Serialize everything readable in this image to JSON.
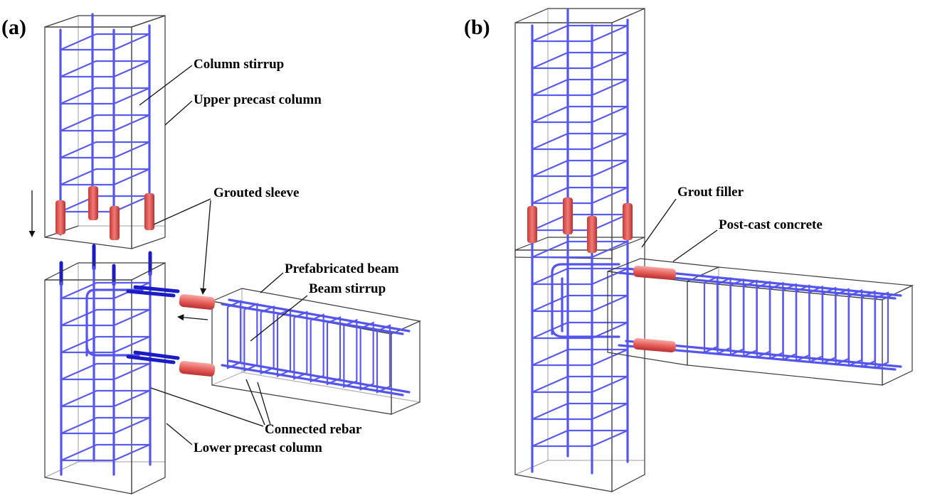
{
  "panels": {
    "a": {
      "letter": "(a)",
      "labels": {
        "column_stirrup": "Column stirrup",
        "upper_precast_column": "Upper precast column",
        "grouted_sleeve": "Grouted sleeve",
        "prefabricated_beam": "Prefabricated beam",
        "beam_stirrup": "Beam stirrup",
        "connected_rebar": "Connected rebar",
        "lower_precast_column": "Lower precast column"
      }
    },
    "b": {
      "letter": "(b)",
      "labels": {
        "grout_filler": "Grout filler",
        "post_cast_concrete": "Post-cast concrete"
      }
    }
  },
  "colors": {
    "concrete_front": "#d9d9d9",
    "concrete_side": "#a9a9a9",
    "concrete_top": "#cfcfcf",
    "rebar": "#5454ee",
    "rebar_dark": "#1c1cc4",
    "sleeve": "#e8605c",
    "sleeve_light": "#f4a3a0",
    "post_cast": "#e6e6e6"
  }
}
